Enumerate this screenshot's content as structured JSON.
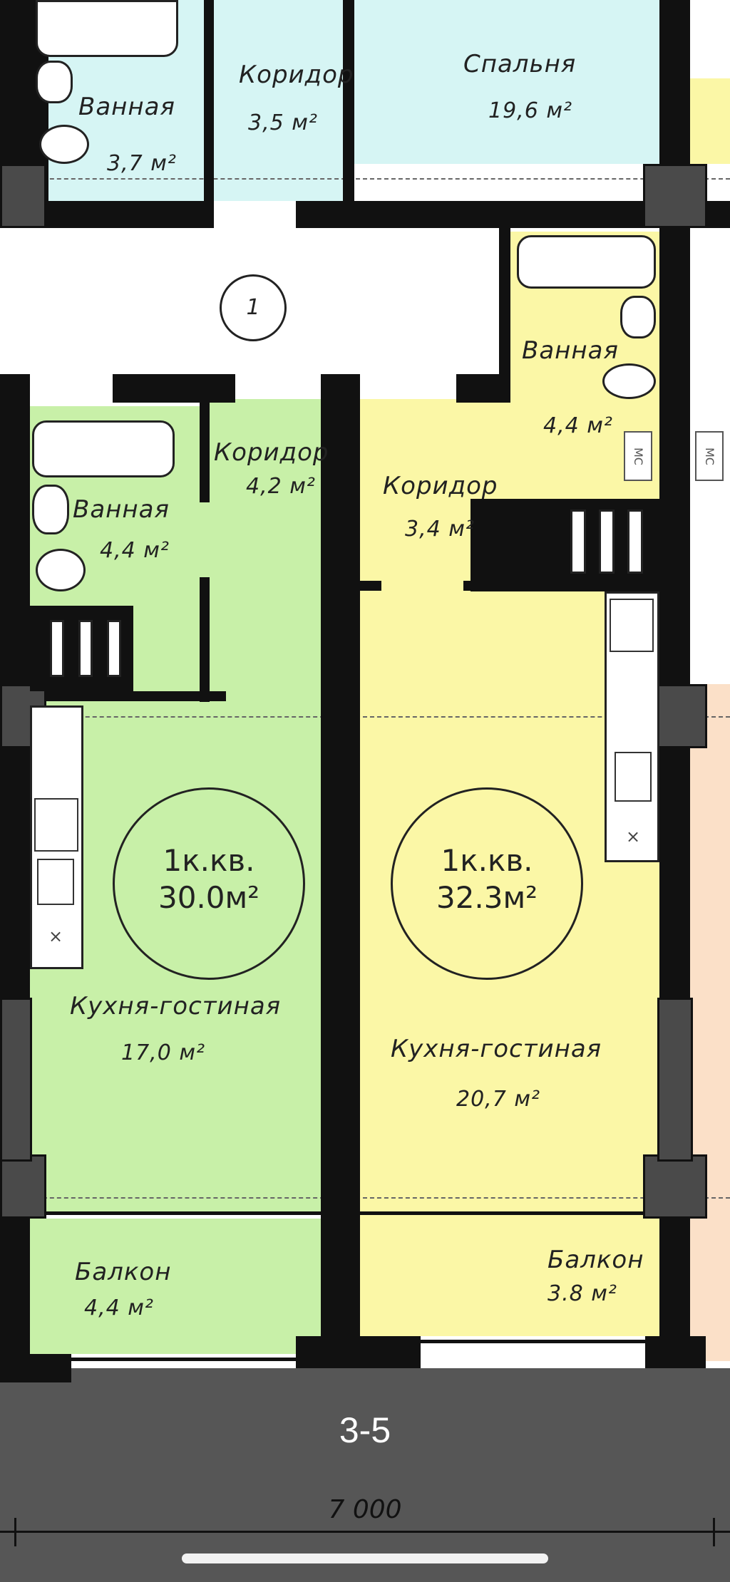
{
  "rooms": {
    "top_bath": {
      "name": "Ванная",
      "area": "3,7 м²"
    },
    "top_corridor": {
      "name": "Коридор",
      "area": "3,5 м²"
    },
    "top_bedroom": {
      "name": "Спальня",
      "area": "19,6 м²"
    },
    "right_bath": {
      "name": "Ванная",
      "area": "4,4 м²"
    },
    "left_corridor": {
      "name": "Коридор",
      "area": "4,2 м²"
    },
    "left_bath": {
      "name": "Ванная",
      "area": "4,4 м²"
    },
    "right_corridor": {
      "name": "Коридор",
      "area": "3,4 м²"
    },
    "left_kitchen": {
      "name": "Кухня-гостиная",
      "area": "17,0 м²"
    },
    "right_kitchen": {
      "name": "Кухня-гостиная",
      "area": "20,7 м²"
    },
    "left_balcony": {
      "name": "Балкон",
      "area": "4,4 м²"
    },
    "right_balcony": {
      "name": "Балкон",
      "area": "3.8 м²"
    }
  },
  "apartments": {
    "left": {
      "type": "1к.кв.",
      "total": "30.0м²"
    },
    "right": {
      "type": "1к.кв.",
      "total": "32.3м²"
    }
  },
  "stair_marker": "1",
  "shaft_labels": [
    "МС",
    "МС"
  ],
  "page_label": "3-5",
  "dimension": "7 000",
  "colors": {
    "green": "#c8f0a8",
    "yellow": "#fbf7a6",
    "cyan": "#d6f5f4",
    "peach": "#fbe0c8",
    "wall": "#111111",
    "background": "#565656"
  }
}
